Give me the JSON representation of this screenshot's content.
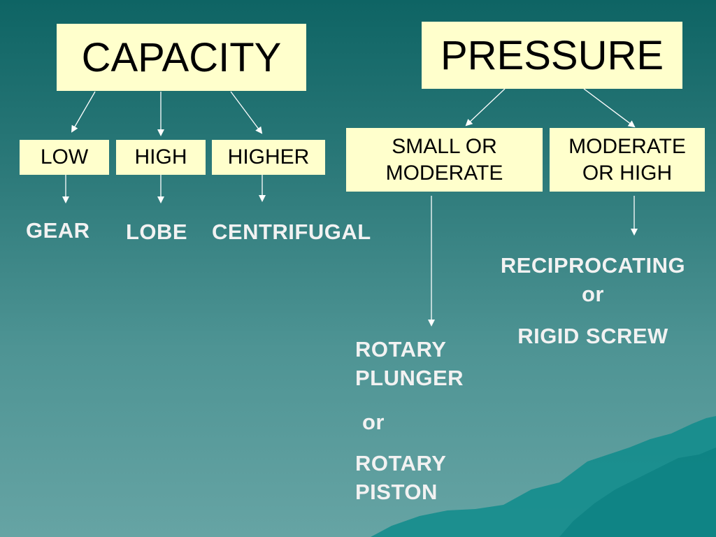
{
  "capacity": {
    "title": "CAPACITY",
    "levels": [
      "LOW",
      "HIGH",
      "HIGHER"
    ],
    "pumps": [
      "GEAR",
      "LOBE",
      "CENTRIFUGAL"
    ]
  },
  "pressure": {
    "title": "PRESSURE",
    "small_moderate": [
      "SMALL OR",
      "MODERATE"
    ],
    "moderate_high": [
      "MODERATE",
      "OR HIGH"
    ],
    "small_pumps": [
      "ROTARY",
      "PLUNGER",
      "or",
      "ROTARY",
      "PISTON"
    ],
    "high_pumps": [
      "RECIPROCATING",
      "or",
      "RIGID SCREW"
    ]
  },
  "colors": {
    "box_fill": "#ffffcc",
    "text_on_bg": "#f2f2f2",
    "background_top": "#0e6464",
    "background_bottom": "#66a4a4"
  }
}
